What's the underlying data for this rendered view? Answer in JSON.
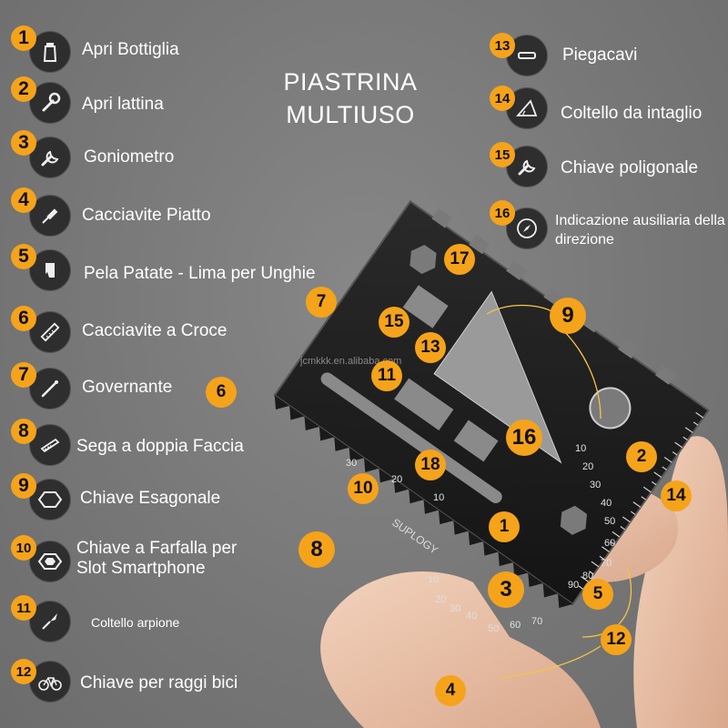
{
  "title": {
    "line1": "PIASTRINA",
    "line2": "MULTIUSO"
  },
  "watermark": "jcmkkk.en.alibaba.com",
  "left_items": [
    {
      "num": "1",
      "label": "Apri Bottiglia",
      "icon": "bottle-icon"
    },
    {
      "num": "2",
      "label": "Apri lattina",
      "icon": "wrench-icon"
    },
    {
      "num": "3",
      "label": "Goniometro",
      "icon": "open-wrench-icon"
    },
    {
      "num": "4",
      "label": "Cacciavite Piatto",
      "icon": "screwdriver-icon"
    },
    {
      "num": "5",
      "label": "Pela Patate - Lima per Unghie",
      "icon": "peeler-icon"
    },
    {
      "num": "6",
      "label": "Cacciavite a Croce",
      "icon": "ruler-icon"
    },
    {
      "num": "7",
      "label": "Governante",
      "icon": "pen-icon"
    },
    {
      "num": "8",
      "label": "Sega a doppia Faccia",
      "icon": "saw-icon"
    },
    {
      "num": "9",
      "label": "Chiave Esagonale",
      "icon": "hexagon-icon"
    },
    {
      "num": "10",
      "label": "Chiave a Farfalla per Slot Smartphone",
      "icon": "hex-nut-icon"
    },
    {
      "num": "11",
      "label": "Coltello arpione",
      "icon": "knife-icon"
    },
    {
      "num": "12",
      "label": "Chiave per raggi bici",
      "icon": "bicycle-icon"
    }
  ],
  "right_items": [
    {
      "num": "13",
      "label": "Piegacavi",
      "icon": "slot-icon"
    },
    {
      "num": "14",
      "label": "Coltello da intaglio",
      "icon": "angle-icon"
    },
    {
      "num": "15",
      "label": "Chiave poligonale",
      "icon": "box-wrench-icon"
    },
    {
      "num": "16",
      "label": "Indicazione ausiliaria della direzione",
      "icon": "compass-icon"
    }
  ],
  "callouts": [
    "17",
    "7",
    "15",
    "9",
    "13",
    "11",
    "6",
    "16",
    "2",
    "18",
    "10",
    "14",
    "1",
    "8",
    "3",
    "5",
    "12",
    "4"
  ],
  "card": {
    "brand": "SUPLOGY"
  },
  "colors": {
    "badge": "#f5a31a",
    "background": "#7a7a7a",
    "card": "#1c1c1c"
  }
}
